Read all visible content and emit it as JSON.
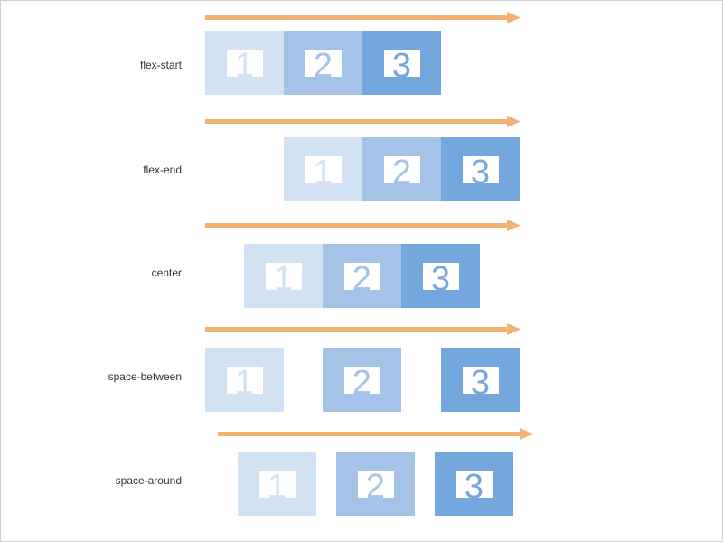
{
  "colors": {
    "arrow": "#f2b274",
    "box1": "#d3e2f2",
    "box2": "#a4c3e7",
    "box3": "#74a7de"
  },
  "rows": [
    {
      "label": "flex-start",
      "items": [
        "1",
        "2",
        "3"
      ]
    },
    {
      "label": "flex-end",
      "items": [
        "1",
        "2",
        "3"
      ]
    },
    {
      "label": "center",
      "items": [
        "1",
        "2",
        "3"
      ]
    },
    {
      "label": "space-between",
      "items": [
        "1",
        "2",
        "3"
      ]
    },
    {
      "label": "space-around",
      "items": [
        "1",
        "2",
        "3"
      ]
    }
  ]
}
